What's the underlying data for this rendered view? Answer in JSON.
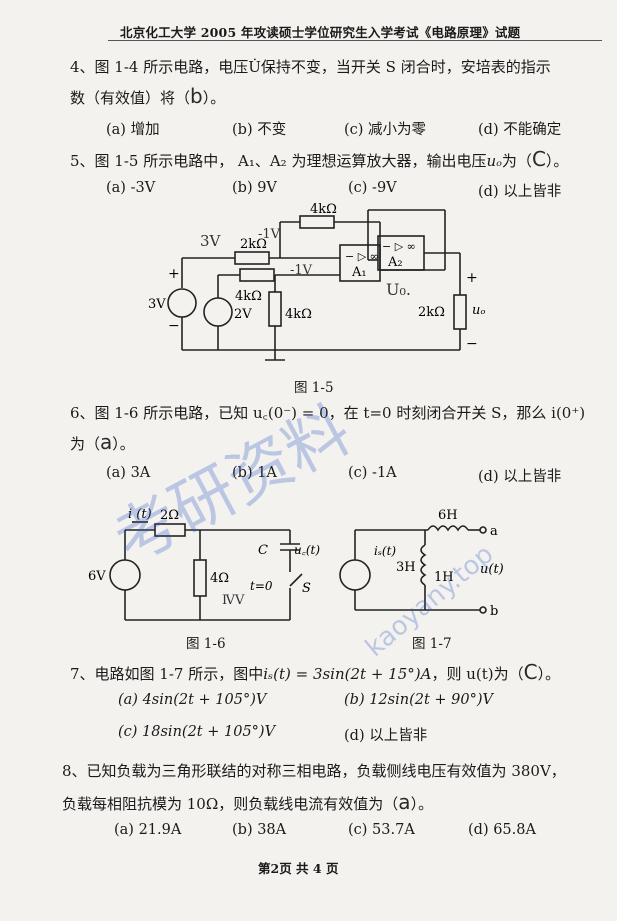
{
  "header": "北京化工大学 2005 年攻读硕士学位研究生入学考试《电路原理》试题",
  "q4": {
    "line1": "4、图 1-4 所示电路，电压U̇保持不变，当开关 S 闭合时，安培表的指示",
    "line2_a": "数（有效值）将（",
    "answer": "b",
    "line2_b": "）。",
    "options": [
      "(a) 增加",
      "(b) 不变",
      "(c) 减小为零",
      "(d) 不能确定"
    ]
  },
  "q5": {
    "line1_a": "5、图 1-5 所示电路中， A₁、A₂ 为理想运算放大器，输出电压",
    "uo": "uₒ",
    "line1_b": "为（",
    "answer": "C",
    "line1_c": "）。",
    "options": [
      "(a) -3V",
      "(b) 9V",
      "(c) -9V",
      "(d) 以上皆非"
    ],
    "figure": {
      "r_top": "4kΩ",
      "r_in": "2kΩ",
      "r_mid": "4kΩ",
      "r_ground": "4kΩ",
      "r_load": "2kΩ",
      "src1": "3V",
      "src2": "2V",
      "op1": "A₁",
      "op2": "A₂",
      "op_sym": "− ▷ ∞",
      "out": "uₒ",
      "plus": "+",
      "minus": "−",
      "note_3v": "3V",
      "note_1v": "-1V",
      "note_1v_b": "-1V",
      "note_uo": "U₀.",
      "caption": "图 1-5"
    }
  },
  "q6": {
    "line1": "6、图 1-6 所示电路，已知 u꜀(0⁻) = 0，在 t=0 时刻闭合开关 S，那么 i(0⁺)",
    "line2_a": "为（",
    "answer": "a",
    "line2_b": "）。",
    "options": [
      "(a) 3A",
      "(b) 1A",
      "(c) -1A",
      "(d) 以上皆非"
    ],
    "fig6": {
      "current": "i (t)",
      "r1": "2Ω",
      "r2": "4Ω",
      "src": "6V",
      "cap": "C",
      "uc": "u꜀(t)",
      "sw": "t=0",
      "s": "S",
      "note": "ⅣⅤ",
      "caption": "图 1-6"
    },
    "fig7": {
      "is": "iₛ(t)",
      "l1": "6H",
      "l2": "3H",
      "l3": "1H",
      "ut": "u(t)",
      "a": "a",
      "b": "b",
      "caption": "图 1-7"
    }
  },
  "q7": {
    "line1_a": "7、电路如图 1-7 所示，图中",
    "formula": "iₛ(t) = 3sin(2t + 15°)A",
    "line1_b": "，则 u(t)为（",
    "answer": "C",
    "line1_c": "）。",
    "options": [
      "(a)  4sin(2t + 105°)V",
      "(b)  12sin(2t + 90°)V",
      "(c)  18sin(2t + 105°)V",
      "(d)  以上皆非"
    ]
  },
  "q8": {
    "line1": "8、已知负载为三角形联结的对称三相电路，负载侧线电压有效值为 380V，",
    "line2_a": "负载每相阻抗模为 10Ω，则负载线电流有效值为（",
    "answer": "a",
    "line2_b": "）。",
    "options": [
      "(a) 21.9A",
      "(b) 38A",
      "(c) 53.7A",
      "(d) 65.8A"
    ]
  },
  "footer": "第2页    共 4 页",
  "watermark": {
    "text1": "考研资料",
    "text2": "kaoyany.top"
  }
}
